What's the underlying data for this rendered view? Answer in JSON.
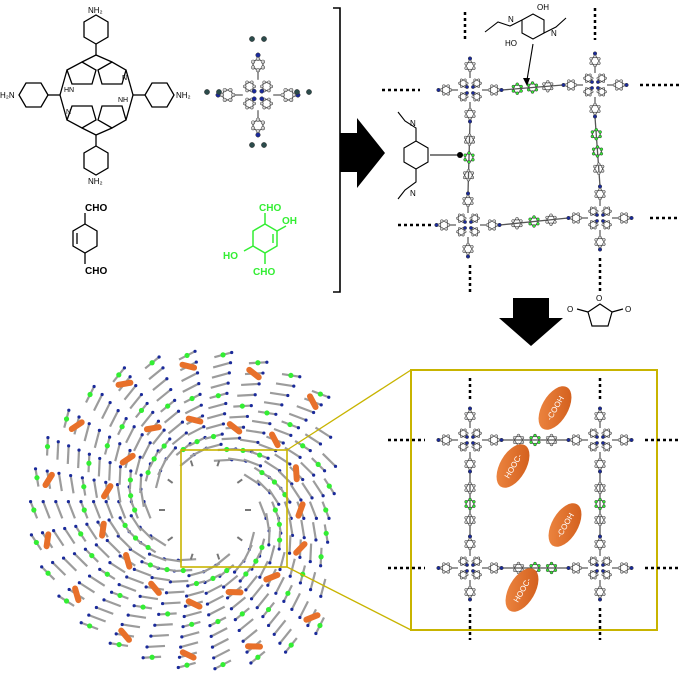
{
  "labels": {
    "nh2": "NH₂",
    "h2n": "H₂N",
    "nh": "NH",
    "hn": "HN",
    "n": "N",
    "cho": "CHO",
    "ho": "HO",
    "oh": "OH",
    "o": "O",
    "cooh_top": "-COOH",
    "cooh_bot": "HOOC-"
  },
  "colors": {
    "green": "#33ee33",
    "orange": "#e8702a",
    "blue": "#1a2a9a",
    "gray": "#cfcfcf",
    "yellow": "#c8b400",
    "black": "#000000"
  }
}
